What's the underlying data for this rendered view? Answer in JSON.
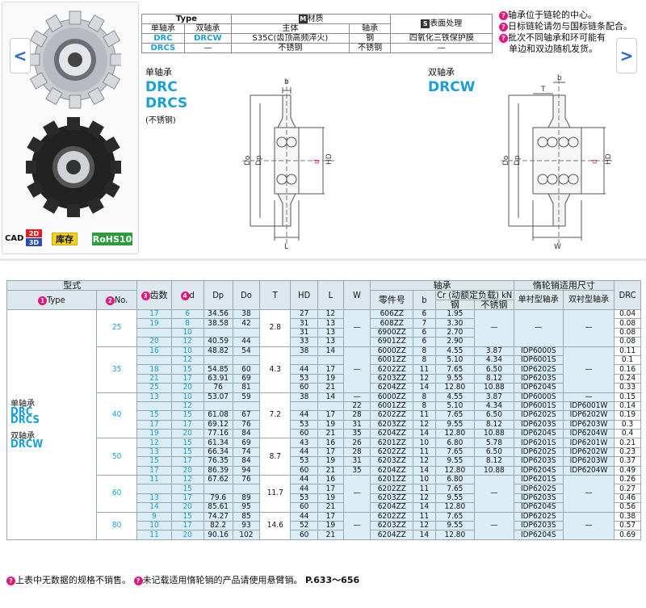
{
  "gallery": {
    "prev": "<",
    "next": ">",
    "cad": "CAD",
    "cad2d": "2D",
    "cad3d": "3D",
    "stock": "库存",
    "rohs": "RoHS10"
  },
  "spec": {
    "col_type": "Type",
    "col_material": "材质",
    "col_surface": "表面处理",
    "mat_badge": "M",
    "surf_badge": "S",
    "col_single": "单轴承",
    "col_double": "双轴承",
    "col_main": "主体",
    "col_bearing": "轴承",
    "rows": [
      {
        "single": "DRC",
        "double": "DRCW",
        "main": "S35C(齿顶高频淬火)",
        "bearing": "钢",
        "surface": "四氧化三铁保护膜"
      },
      {
        "single": "DRCS",
        "double": "—",
        "main": "不锈钢",
        "bearing": "不锈钢",
        "surface": "—"
      }
    ]
  },
  "notes": [
    "轴承位于链轮的中心。",
    "日标链轮请勿与国标链条配合。",
    "批次不同轴承和环可能有",
    "单边和双边随机发货。"
  ],
  "left_drawing": {
    "caption": "单轴承",
    "name1": "DRC",
    "name2": "DRCS",
    "sub": "(不锈钢)",
    "dims": [
      "b",
      "Do",
      "Dp",
      "d",
      "HD",
      "L"
    ]
  },
  "right_drawing": {
    "caption": "双轴承",
    "name": "DRCW",
    "dims": [
      "b",
      "T",
      "Do",
      "Dp",
      "d",
      "HD",
      "W"
    ]
  },
  "table": {
    "header": {
      "model": "型式",
      "type": "Type",
      "no": "No.",
      "teeth": "齿数",
      "d": "d",
      "Dp": "Dp",
      "Do": "Do",
      "T": "T",
      "HD": "HD",
      "L": "L",
      "W": "W",
      "bearing": "轴承",
      "part": "零件号",
      "b": "b",
      "cr": "Cr (动额定负载) kN",
      "steel": "钢",
      "sus": "不锈钢",
      "pin": "惰轮销适用尺寸",
      "pin_single": "单衬型轴承",
      "pin_double": "双衬型轴承",
      "weight": "DRC"
    },
    "type_labels": {
      "single": "单轴承",
      "drc": "DRC",
      "drcs": "DRCS",
      "double": "双轴承",
      "drcw": "DRCW"
    },
    "groups": [
      {
        "no": "25",
        "T": "2.8",
        "rows": [
          [
            "17",
            "6",
            "34.56",
            "38",
            "27",
            "12",
            "",
            "606ZZ",
            "6",
            "1.95",
            "",
            "",
            "",
            "0.04"
          ],
          [
            "19",
            "8",
            "38.58",
            "42",
            "31",
            "13",
            "",
            "608ZZ",
            "7",
            "3.30",
            "",
            "",
            "",
            "0.08"
          ],
          [
            "",
            "10",
            "",
            "",
            "31",
            "13",
            "",
            "6900ZZ",
            "6",
            "2.70",
            "",
            "",
            "",
            "0.08"
          ],
          [
            "20",
            "12",
            "40.59",
            "44",
            "33",
            "13",
            "",
            "6901ZZ",
            "6",
            "2.90",
            "",
            "",
            "",
            "0.08"
          ]
        ]
      },
      {
        "no": "35",
        "T": "4.3",
        "rows": [
          [
            "16",
            "10",
            "48.82",
            "54",
            "38",
            "14",
            "",
            "6000ZZ",
            "8",
            "4.55",
            "3.87",
            "IDP6000S",
            "",
            "0.11"
          ],
          [
            "",
            "12",
            "",
            "",
            "",
            "",
            "",
            "6001ZZ",
            "8",
            "5.10",
            "4.34",
            "IDP6001S",
            "",
            "0.1"
          ],
          [
            "18",
            "15",
            "54.85",
            "60",
            "44",
            "17",
            "",
            "6202ZZ",
            "11",
            "7.65",
            "6.50",
            "IDP6202S",
            "",
            "0.16"
          ],
          [
            "21",
            "17",
            "63.91",
            "69",
            "53",
            "19",
            "",
            "6203ZZ",
            "12",
            "9.55",
            "8.12",
            "IDP6203S",
            "",
            "0.24"
          ],
          [
            "25",
            "20",
            "76",
            "81",
            "60",
            "21",
            "",
            "6204ZZ",
            "14",
            "12.80",
            "10.88",
            "IDP6204S",
            "",
            "0.33"
          ]
        ]
      },
      {
        "no": "40",
        "T": "7.2",
        "rows": [
          [
            "13",
            "10",
            "53.07",
            "59",
            "38",
            "14",
            "",
            "6000ZZ",
            "8",
            "4.55",
            "3.87",
            "IDP6000S",
            "",
            "0.15"
          ],
          [
            "",
            "12",
            "",
            "",
            "",
            "",
            "22",
            "6001ZZ",
            "8",
            "5.10",
            "4.34",
            "IDP6001S",
            "IDP6001W",
            "0.14"
          ],
          [
            "15",
            "15",
            "61.08",
            "67",
            "44",
            "17",
            "28",
            "6202ZZ",
            "11",
            "7.65",
            "6.50",
            "IDP6202S",
            "IDP6202W",
            "0.19"
          ],
          [
            "17",
            "17",
            "69.12",
            "76",
            "53",
            "19",
            "31",
            "6203ZZ",
            "12",
            "9.55",
            "8.12",
            "IDP6203S",
            "IDP6203W",
            "0.3"
          ],
          [
            "19",
            "20",
            "77.16",
            "84",
            "60",
            "21",
            "35",
            "6204ZZ",
            "14",
            "12.80",
            "10.88",
            "IDP6204S",
            "IDP6204W",
            "0.4"
          ]
        ]
      },
      {
        "no": "50",
        "T": "8.7",
        "rows": [
          [
            "12",
            "15",
            "61.34",
            "69",
            "43",
            "16",
            "26",
            "6201ZZ",
            "10",
            "6.80",
            "5.78",
            "IDP6201S",
            "IDP6201W",
            "0.21"
          ],
          [
            "13",
            "15",
            "66.34",
            "74",
            "44",
            "17",
            "28",
            "6202ZZ",
            "11",
            "7.65",
            "6.50",
            "IDP6202S",
            "IDP6202W",
            "0.23"
          ],
          [
            "15",
            "17",
            "76.35",
            "84",
            "53",
            "19",
            "31",
            "6203ZZ",
            "12",
            "9.55",
            "8.12",
            "IDP6203S",
            "IDP6203W",
            "0.37"
          ],
          [
            "17",
            "20",
            "86.39",
            "94",
            "60",
            "21",
            "35",
            "6204ZZ",
            "14",
            "12.80",
            "10.88",
            "IDP6204S",
            "IDP6204W",
            "0.49"
          ]
        ]
      },
      {
        "no": "60",
        "T": "11.7",
        "rows": [
          [
            "11",
            "12",
            "67.62",
            "76",
            "44",
            "16",
            "",
            "6201ZZ",
            "10",
            "6.80",
            "",
            "IDP6201S",
            "",
            "0.26"
          ],
          [
            "",
            "15",
            "",
            "",
            "44",
            "17",
            "",
            "6202ZZ",
            "11",
            "7.65",
            "",
            "IDP6202S",
            "",
            "0.27"
          ],
          [
            "13",
            "17",
            "79.6",
            "89",
            "53",
            "19",
            "",
            "6203ZZ",
            "12",
            "9.55",
            "",
            "IDP6203S",
            "",
            "0.46"
          ],
          [
            "14",
            "20",
            "85.61",
            "95",
            "60",
            "21",
            "",
            "6204ZZ",
            "14",
            "12.80",
            "",
            "IDP6204S",
            "",
            "0.56"
          ]
        ]
      },
      {
        "no": "80",
        "T": "14.6",
        "rows": [
          [
            "9",
            "15",
            "74.27",
            "85",
            "44",
            "17",
            "",
            "6202ZZ",
            "11",
            "7.65",
            "",
            "IDP6202S",
            "",
            "0.38"
          ],
          [
            "10",
            "17",
            "82.2",
            "93",
            "52",
            "19",
            "",
            "6203ZZ",
            "12",
            "9.55",
            "",
            "IDP6203S",
            "",
            "0.57"
          ],
          [
            "11",
            "20",
            "90.16",
            "102",
            "60",
            "21",
            "",
            "6204ZZ",
            "14",
            "12.80",
            "",
            "IDP6204S",
            "",
            "0.69"
          ]
        ]
      }
    ]
  },
  "dash": "—",
  "footer": {
    "text1": "上表中无数据的规格不销售。",
    "text2": "未记载适用惰轮销的产品请使用悬臂销。",
    "ref": "P.633～656"
  },
  "colors": {
    "accent": "#1aa0d6",
    "marker": "#e5157c",
    "header_bg": "#dde8ee",
    "cell_bg": "#dbeef7"
  }
}
